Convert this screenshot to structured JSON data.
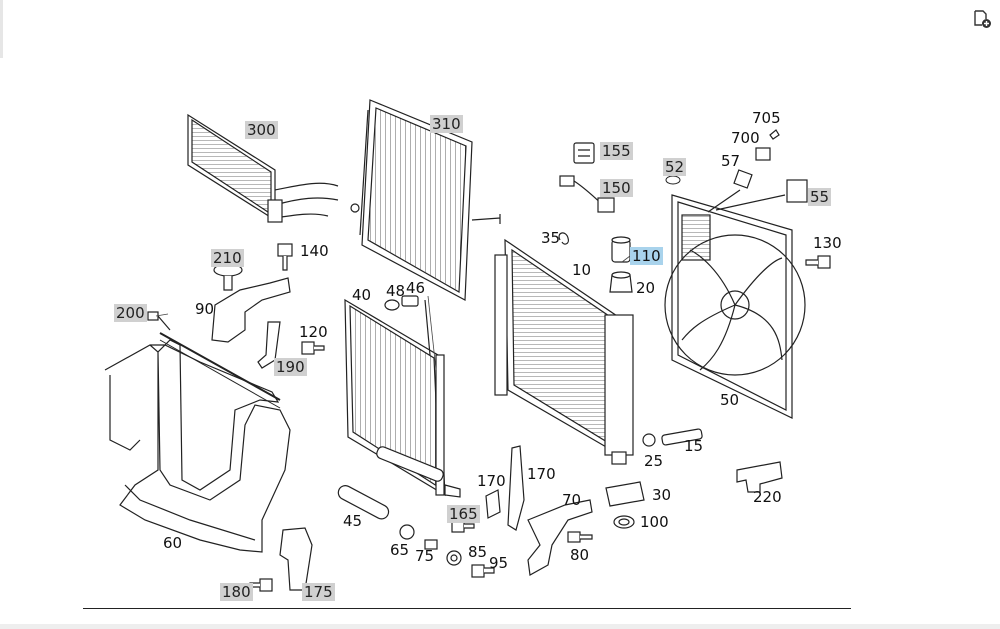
{
  "toolbar": {
    "add_icon": "document-add-icon"
  },
  "parts": [
    {
      "id": "p300",
      "label": "300",
      "style": "gray",
      "interactive": true
    },
    {
      "id": "p310",
      "label": "310",
      "style": "gray",
      "interactive": true
    },
    {
      "id": "p155",
      "label": "155",
      "style": "gray",
      "interactive": true
    },
    {
      "id": "p150",
      "label": "150",
      "style": "gray",
      "interactive": true
    },
    {
      "id": "p52",
      "label": "52",
      "style": "gray",
      "interactive": true
    },
    {
      "id": "p55",
      "label": "55",
      "style": "gray",
      "interactive": true
    },
    {
      "id": "p705",
      "label": "705",
      "style": "plain",
      "interactive": false
    },
    {
      "id": "p700",
      "label": "700",
      "style": "plain",
      "interactive": false
    },
    {
      "id": "p57",
      "label": "57",
      "style": "plain",
      "interactive": false
    },
    {
      "id": "p210",
      "label": "210",
      "style": "gray",
      "interactive": true
    },
    {
      "id": "p140",
      "label": "140",
      "style": "plain",
      "interactive": false
    },
    {
      "id": "p35",
      "label": "35",
      "style": "plain",
      "interactive": false
    },
    {
      "id": "p10",
      "label": "10",
      "style": "plain",
      "interactive": false
    },
    {
      "id": "p110",
      "label": "110",
      "style": "blue",
      "interactive": true
    },
    {
      "id": "p130",
      "label": "130",
      "style": "plain",
      "interactive": false
    },
    {
      "id": "p20",
      "label": "20",
      "style": "plain",
      "interactive": false
    },
    {
      "id": "p200",
      "label": "200",
      "style": "gray",
      "interactive": true
    },
    {
      "id": "p90",
      "label": "90",
      "style": "plain",
      "interactive": false
    },
    {
      "id": "p48",
      "label": "48",
      "style": "plain",
      "interactive": false
    },
    {
      "id": "p46",
      "label": "46",
      "style": "plain",
      "interactive": false
    },
    {
      "id": "p40",
      "label": "40",
      "style": "plain",
      "interactive": false
    },
    {
      "id": "p120",
      "label": "120",
      "style": "plain",
      "interactive": false
    },
    {
      "id": "p190",
      "label": "190",
      "style": "gray",
      "interactive": true
    },
    {
      "id": "p50",
      "label": "50",
      "style": "plain",
      "interactive": false
    },
    {
      "id": "p25",
      "label": "25",
      "style": "plain",
      "interactive": false
    },
    {
      "id": "p15",
      "label": "15",
      "style": "plain",
      "interactive": false
    },
    {
      "id": "p170a",
      "label": "170",
      "style": "plain",
      "interactive": false
    },
    {
      "id": "p170b",
      "label": "170",
      "style": "plain",
      "interactive": false
    },
    {
      "id": "p220",
      "label": "220",
      "style": "plain",
      "interactive": false
    },
    {
      "id": "p30",
      "label": "30",
      "style": "plain",
      "interactive": false
    },
    {
      "id": "p70",
      "label": "70",
      "style": "plain",
      "interactive": false
    },
    {
      "id": "p100",
      "label": "100",
      "style": "plain",
      "interactive": false
    },
    {
      "id": "p165",
      "label": "165",
      "style": "gray",
      "interactive": true
    },
    {
      "id": "p45",
      "label": "45",
      "style": "plain",
      "interactive": false
    },
    {
      "id": "p60",
      "label": "60",
      "style": "plain",
      "interactive": false
    },
    {
      "id": "p65",
      "label": "65",
      "style": "plain",
      "interactive": false
    },
    {
      "id": "p75",
      "label": "75",
      "style": "plain",
      "interactive": false
    },
    {
      "id": "p85",
      "label": "85",
      "style": "plain",
      "interactive": false
    },
    {
      "id": "p95",
      "label": "95",
      "style": "plain",
      "interactive": false
    },
    {
      "id": "p80",
      "label": "80",
      "style": "plain",
      "interactive": false
    },
    {
      "id": "p180",
      "label": "180",
      "style": "gray",
      "interactive": true
    },
    {
      "id": "p175",
      "label": "175",
      "style": "gray",
      "interactive": true
    }
  ]
}
